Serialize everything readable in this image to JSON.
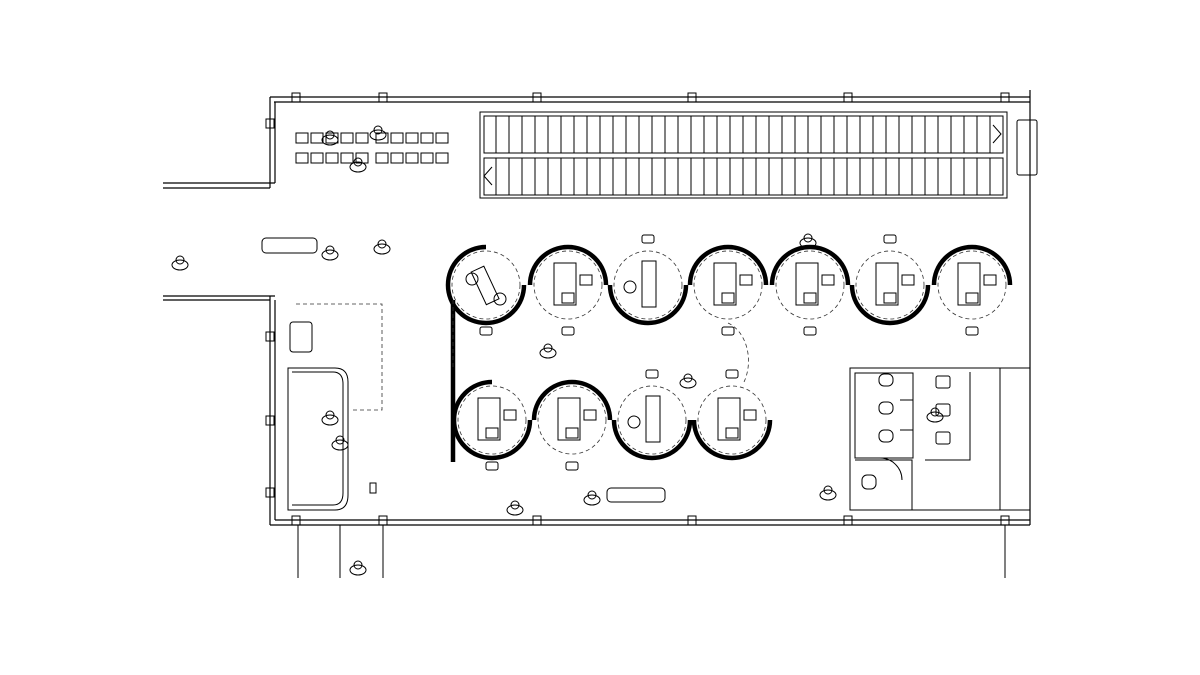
{
  "colors": {
    "background": "#ffffff",
    "line": "#000000"
  },
  "plan": {
    "pods_top_row": 7,
    "pods_bottom_row": 4,
    "pod_furniture": [
      "treatment-chair",
      "desk",
      "exam-table",
      "desk",
      "desk",
      "desk",
      "desk"
    ],
    "pod_furniture_bottom": [
      "desk",
      "desk",
      "exam-table",
      "desk"
    ]
  }
}
